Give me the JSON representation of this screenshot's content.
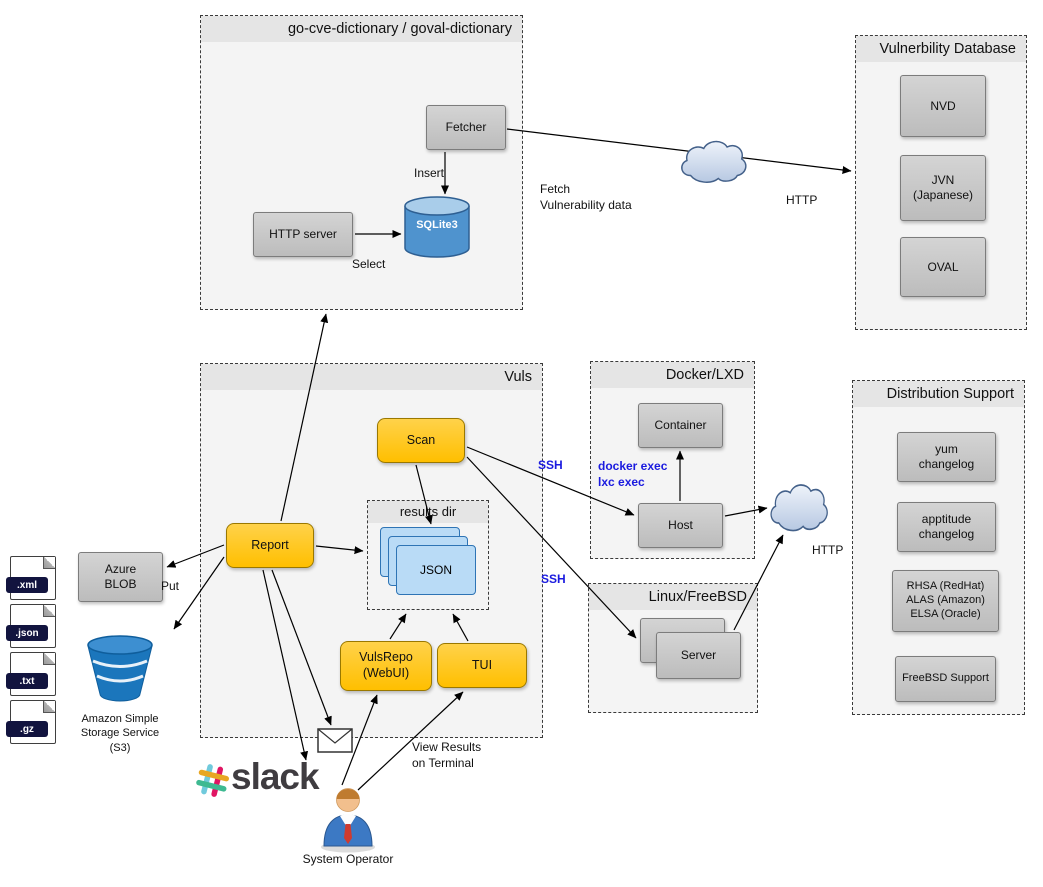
{
  "colors": {
    "node_gray": "#c8c8c8",
    "accent_yellow": "#ffc000",
    "doc_blue": "#b9dbf6",
    "database_blue": "#4f93ce",
    "bucket_blue": "#1b76bc",
    "link_blue": "#1a1adf"
  },
  "dictionary": {
    "title": "go-cve-dictionary / goval-dictionary",
    "fetcher": "Fetcher",
    "http_server": "HTTP server",
    "sqlite": "SQLite3"
  },
  "vulndb": {
    "title": "Vulnerbility Database",
    "items": [
      "NVD",
      "JVN\n(Japanese)",
      "OVAL"
    ]
  },
  "vuls": {
    "title": "Vuls",
    "scan": "Scan",
    "report": "Report",
    "results_dir": "results dir",
    "json_doc": "JSON",
    "vulsrepo": "VulsRepo\n(WebUI)",
    "tui": "TUI"
  },
  "docker": {
    "title": "Docker/LXD",
    "container": "Container",
    "host": "Host"
  },
  "linux": {
    "title": "Linux/FreeBSD",
    "server": "Server"
  },
  "distribution": {
    "title": "Distribution Support",
    "items": [
      "yum\nchangelog",
      "apptitude\nchangelog",
      "RHSA (RedHat)\nALAS (Amazon)\nELSA (Oracle)",
      "FreeBSD Support"
    ]
  },
  "storage": {
    "files": [
      ".xml",
      ".json",
      ".txt",
      ".gz"
    ],
    "azure": "Azure\nBLOB",
    "s3": "Amazon Simple\nStorage Service\n(S3)"
  },
  "labels": {
    "insert": "Insert",
    "select": "Select",
    "fetch": "Fetch\nVulnerability data",
    "http_top": "HTTP",
    "http_bottom": "HTTP",
    "ssh_docker": "SSH",
    "docker_exec": "docker exec\nlxc exec",
    "ssh_linux": "SSH",
    "put": "Put",
    "view_results": "View Results\non Terminal"
  },
  "people": {
    "slack": "slack",
    "operator": "System Operator"
  }
}
